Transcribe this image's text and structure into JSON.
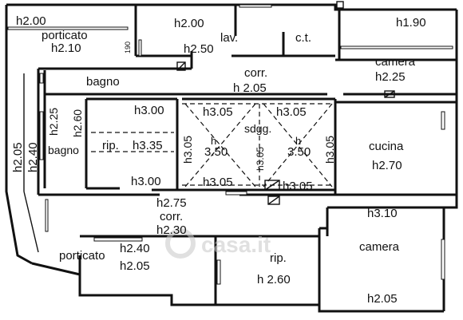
{
  "rooms": {
    "porticato_top": {
      "name": "porticato",
      "height": "h2.10",
      "extra": "h2.00"
    },
    "lav": {
      "name": "lav.",
      "height": "h2.00"
    },
    "ct": {
      "name": "c.t."
    },
    "step_top": {
      "height": "h2.50"
    },
    "note_190": {
      "text": "190"
    },
    "camera_top": {
      "name": "camera",
      "height": "h2.25",
      "extra": "h1.90"
    },
    "corr_top": {
      "name": "corr.",
      "height": "h 2.05"
    },
    "bagno_big": {
      "name": "bagno"
    },
    "bagno_small": {
      "name": "bagno",
      "h1": "h2.25",
      "h2": "h2.60"
    },
    "rip_left": {
      "name": "rip.",
      "h1": "h3.00",
      "h2": "h3.35",
      "h3": "h3.00"
    },
    "soggiorno": {
      "name": "sdgg.",
      "tl": "h3.05",
      "tr": "h3.05",
      "bl": "h3.05",
      "br": "h3.05",
      "peak_left": "h\n3.50",
      "peak_right": "h\n3.50",
      "mid": "h3.05",
      "left_side": "h3.05",
      "right_side": "h3.05"
    },
    "cucina": {
      "name": "cucina",
      "height": "h2.70"
    },
    "left_wing": {
      "h1": "h2.05",
      "h2": "h2.40"
    },
    "corr_bottom": {
      "name": "corr.",
      "h1": "h2.75",
      "h2": "h2.30"
    },
    "porticato_bottom": {
      "name": "porticato",
      "h1": "h2.40",
      "h2": "h2.05"
    },
    "rip_bottom": {
      "name": "rip.",
      "height": "h 2.60"
    },
    "camera_bottom": {
      "name": "camera",
      "h1": "h3.10",
      "h2": "h2.05"
    }
  },
  "watermark": "casa.it"
}
